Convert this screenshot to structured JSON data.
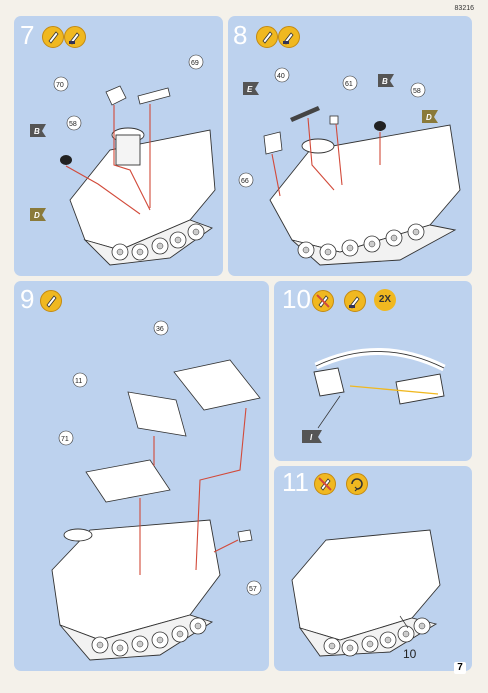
{
  "doc_code": "83216",
  "page_number": "7",
  "steps": [
    {
      "number": "7",
      "parts": [
        "70",
        "69",
        "58"
      ],
      "flags": [
        "B",
        "D"
      ]
    },
    {
      "number": "8",
      "parts": [
        "40",
        "61",
        "58",
        "66"
      ],
      "flags": [
        "E",
        "B",
        "D"
      ]
    },
    {
      "number": "9",
      "parts": [
        "36",
        "11",
        "71",
        "57"
      ],
      "flags": []
    },
    {
      "number": "10",
      "multiplier": "2X",
      "flags": [
        "I"
      ]
    },
    {
      "number": "11",
      "parts": [
        "10"
      ],
      "flags": []
    }
  ],
  "colors": {
    "panel": "#bdd2ee",
    "icon": "#f0b820",
    "arrow": "#d24a3a",
    "flag_dark": "#555555",
    "flag_olive": "#8a7a3a"
  },
  "icons": [
    "glue-icon",
    "paint-brush-icon",
    "no-glue-icon",
    "rotate-icon"
  ]
}
